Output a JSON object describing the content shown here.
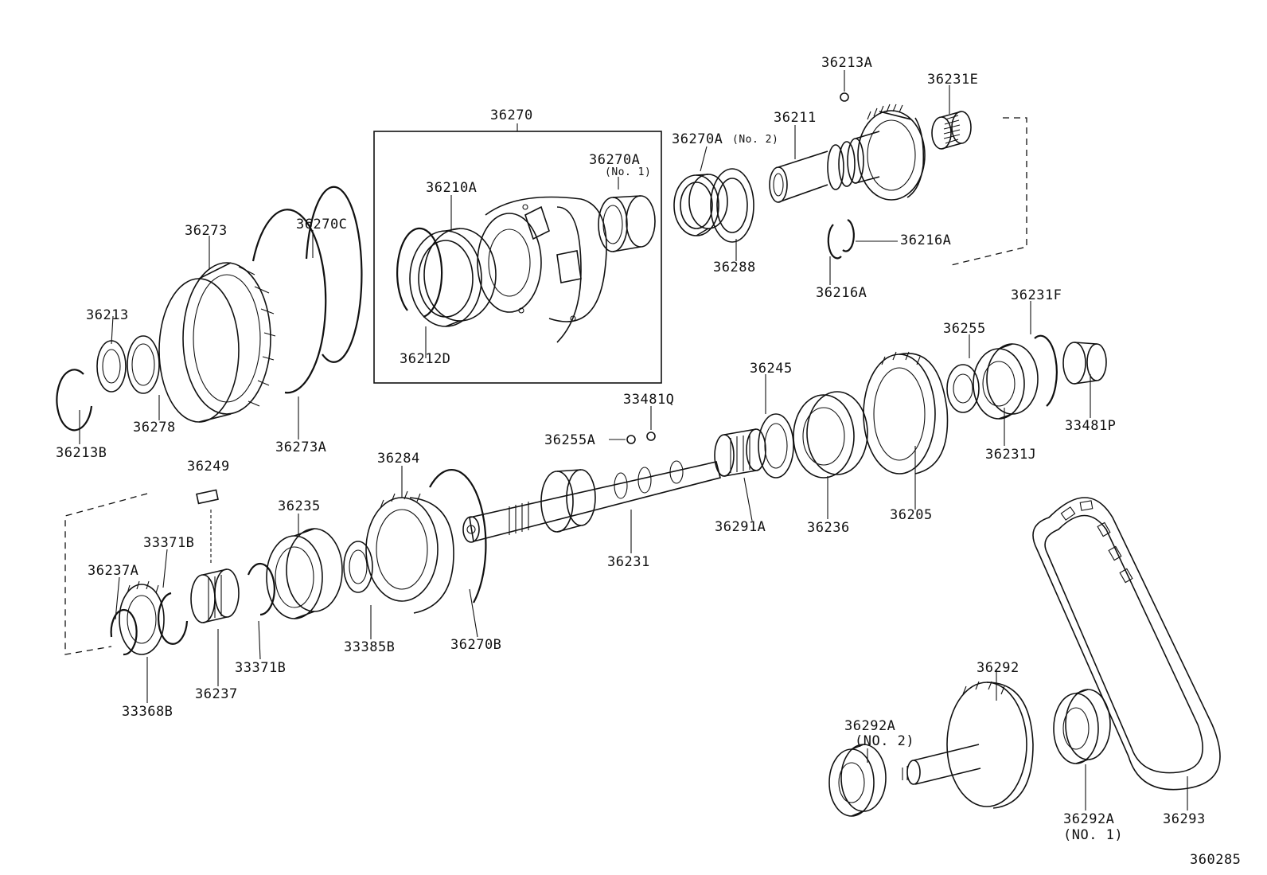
{
  "diagram": {
    "figure_number": "360285",
    "callouts": {
      "p36213A_top": "36213A",
      "p36231E": "36231E",
      "p36270": "36270",
      "p36211": "36211",
      "p36270A_no2": "36270A",
      "p36270A_no2_note": "(No. 2)",
      "p36270A_no1": "36270A",
      "p36270A_no1_note": "(No. 1)",
      "p36210A": "36210A",
      "p36273": "36273",
      "p36270C": "36270C",
      "p36288": "36288",
      "p36216A_right": "36216A",
      "p36216A_left": "36216A",
      "p36212D": "36212D",
      "p36213": "36213",
      "p36278": "36278",
      "p36213B": "36213B",
      "p36273A": "36273A",
      "p36231F": "36231F",
      "p36255": "36255",
      "p33481P": "33481P",
      "p36231J": "36231J",
      "p36245": "36245",
      "p33481Q": "33481Q",
      "p36255A": "36255A",
      "p36249": "36249",
      "p36284": "36284",
      "p36235": "36235",
      "p33371B_top": "33371B",
      "p36237A": "36237A",
      "p36291A": "36291A",
      "p36236": "36236",
      "p36205": "36205",
      "p36231": "36231",
      "p33385B": "33385B",
      "p36270B": "36270B",
      "p33371B_bottom": "33371B",
      "p36237": "36237",
      "p33368B": "33368B",
      "p36292": "36292",
      "p36292A_no2": "36292A",
      "p36292A_no2_note": "(NO. 2)",
      "p36293": "36293",
      "p36292A_no1": "36292A",
      "p36292A_no1_note": "(NO. 1)"
    }
  }
}
